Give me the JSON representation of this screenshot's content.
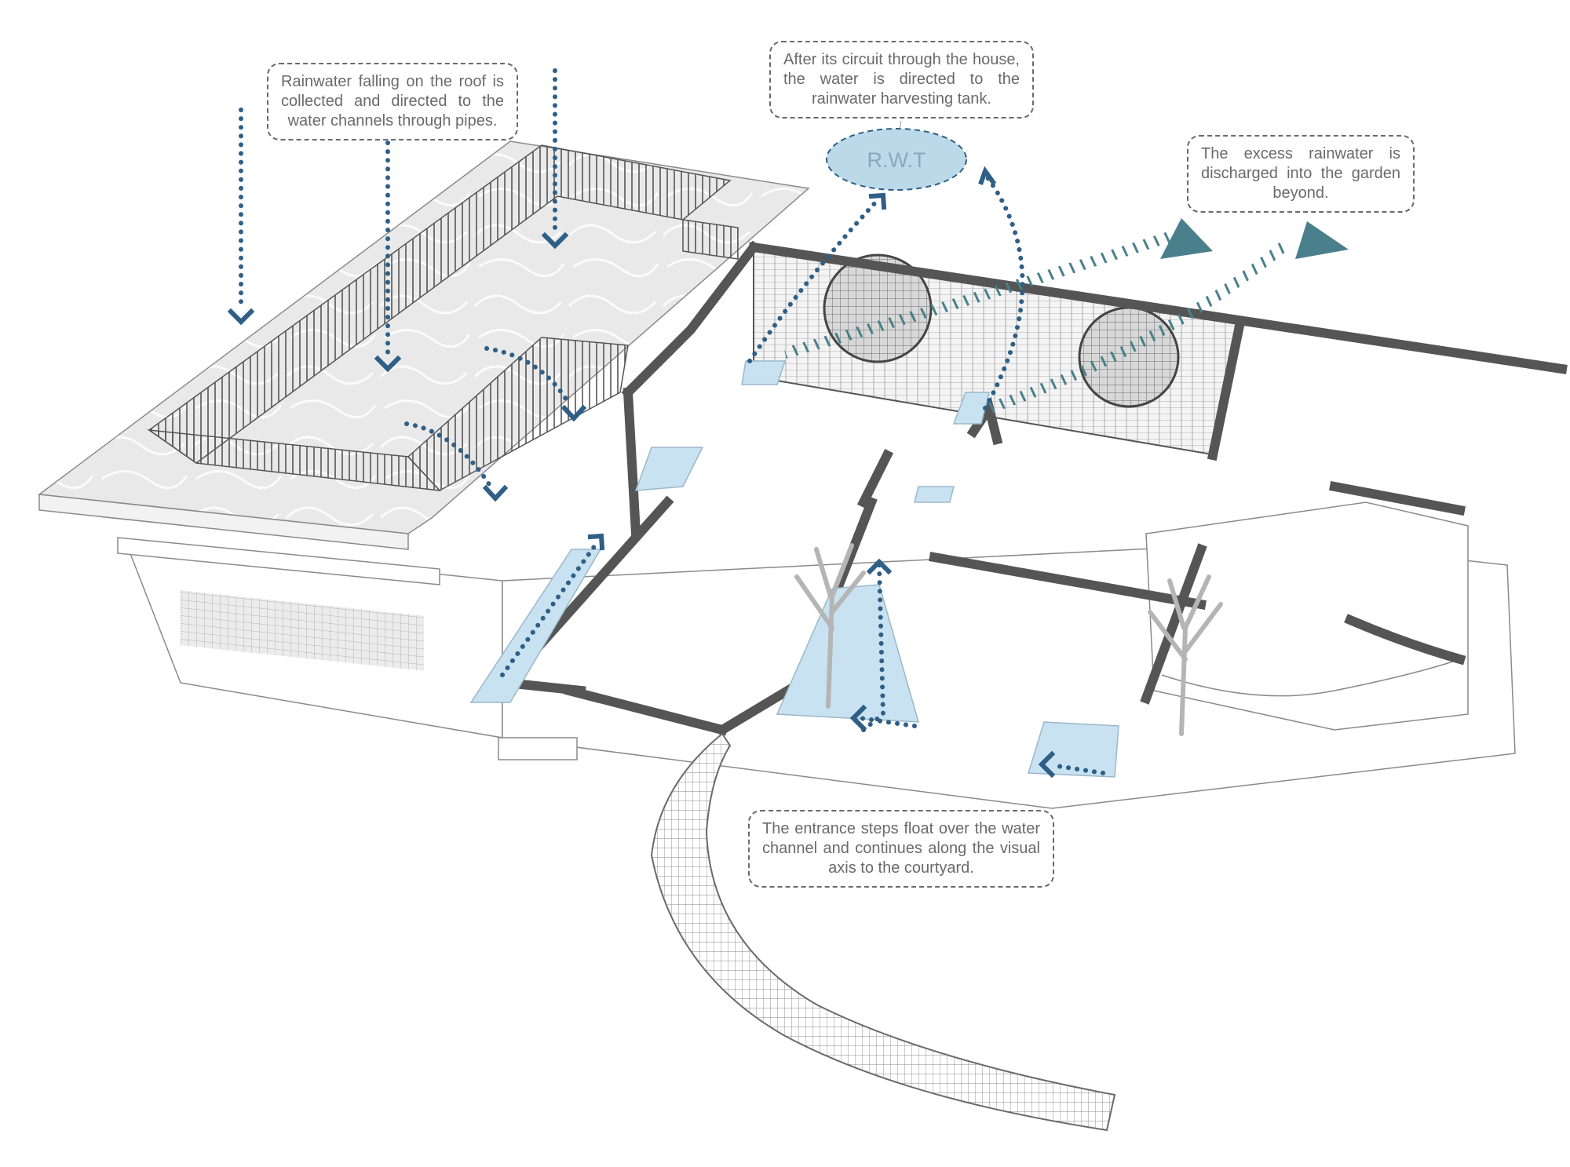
{
  "callouts": {
    "roof": "Rainwater falling on the roof is collected and directed to the water channels through pipes.",
    "tank": "After its circuit through the house, the water is directed to the rainwater harvesting tank.",
    "excess": "The excess rainwater is discharged into the garden beyond.",
    "entrance": "The entrance steps float over the water channel and continues along the visual axis to the courtyard."
  },
  "tank_label": "R.W.T",
  "colors": {
    "flow_arrow": "#2f5f86",
    "discharge_arrow": "#4a7f8c",
    "water": "#c9e2f1",
    "tank_fill": "#bcd9e9",
    "wall": "#555555",
    "outline": "#8a8a8a",
    "roof": "#ececec"
  }
}
